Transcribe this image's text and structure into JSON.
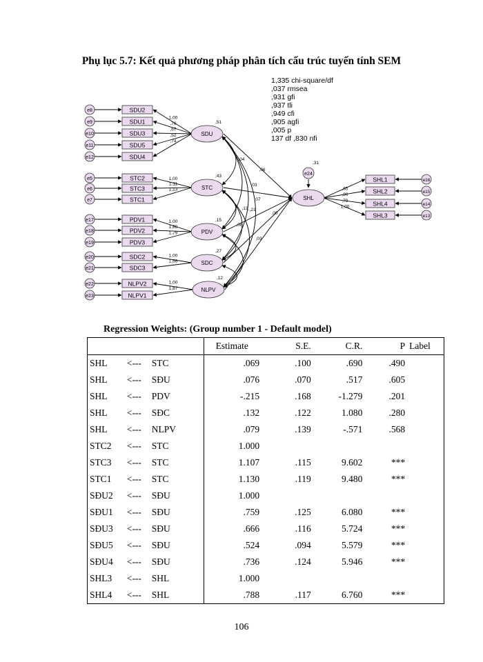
{
  "page": {
    "title": "Phụ lục 5.7: Kết quả phương pháp phân tích cấu trúc tuyến tính SEM",
    "page_number": "106"
  },
  "diagram": {
    "fit_stats": [
      "1,335 chi-square/df",
      ",037 rmsea",
      ",931 gfi",
      ",937 tli",
      ",949 cfi",
      ",905 agfi",
      ",005 p",
      "137 df   ,830 nfi"
    ],
    "latents": [
      {
        "name": "SDU",
        "variance": ",51"
      },
      {
        "name": "STC",
        "variance": ",43"
      },
      {
        "name": "PDV",
        "variance": ",15"
      },
      {
        "name": "SDC",
        "variance": ",27"
      },
      {
        "name": "NLPV",
        "variance": ",12"
      },
      {
        "name": "SHL",
        "variance": ""
      }
    ],
    "indicators": [
      {
        "name": "SDU2",
        "error": "e8",
        "loading": "1,00"
      },
      {
        "name": "SDU1",
        "error": "e9",
        "loading": ",76"
      },
      {
        "name": "SDU3",
        "error": "e10",
        "loading": ",67"
      },
      {
        "name": "SDU5",
        "error": "e11",
        "loading": ",52"
      },
      {
        "name": "SDU4",
        "error": "e12",
        "loading": ",74"
      },
      {
        "name": "STC2",
        "error": "e5",
        "loading": "1,00"
      },
      {
        "name": "STC3",
        "error": "e6",
        "loading": "1,11"
      },
      {
        "name": "STC1",
        "error": "e7",
        "loading": "1,13"
      },
      {
        "name": "PDV1",
        "error": "e17",
        "loading": "1,00"
      },
      {
        "name": "PDV2",
        "error": "e18",
        "loading": "1,88"
      },
      {
        "name": "PDV3",
        "error": "e19",
        "loading": "1,79"
      },
      {
        "name": "SDC2",
        "error": "e20",
        "loading": "1,00"
      },
      {
        "name": "SDC3",
        "error": "e21",
        "loading": "1,66"
      },
      {
        "name": "NLPV2",
        "error": "e22",
        "loading": "1,00"
      },
      {
        "name": "NLPV1",
        "error": "e23",
        "loading": "1,87"
      },
      {
        "name": "SHL1",
        "error": "e16",
        "loading": ",65"
      },
      {
        "name": "SHL2",
        "error": "e15",
        "loading": ",96"
      },
      {
        "name": "SHL4",
        "error": "e14",
        "loading": ",79"
      },
      {
        "name": "SHL3",
        "error": "e13",
        "loading": "1,00"
      }
    ],
    "disturbance": {
      "name": "e24",
      "variance": ",31"
    },
    "path_values": [
      ",04",
      ",06",
      ",03",
      ",07",
      ",13",
      "-,21",
      ",08",
      ",03",
      ",00"
    ]
  },
  "table": {
    "caption": "Regression Weights: (Group number 1 - Default model)",
    "headers": {
      "estimate": "Estimate",
      "se": "S.E.",
      "cr": "C.R.",
      "p": "P",
      "label": "Label"
    },
    "rows": [
      {
        "dv": "SHL",
        "arrow": "<---",
        "iv": "STC",
        "estimate": ".069",
        "se": ".100",
        "cr": ".690",
        "p": ".490",
        "label": ""
      },
      {
        "dv": "SHL",
        "arrow": "<---",
        "iv": "SĐU",
        "estimate": ".076",
        "se": ".070",
        "cr": ".517",
        "p": ".605",
        "label": ""
      },
      {
        "dv": "SHL",
        "arrow": "<---",
        "iv": "PDV",
        "estimate": "-.215",
        "se": ".168",
        "cr": "-1.279",
        "p": ".201",
        "label": ""
      },
      {
        "dv": "SHL",
        "arrow": "<---",
        "iv": "SĐC",
        "estimate": ".132",
        "se": ".122",
        "cr": "1.080",
        "p": ".280",
        "label": ""
      },
      {
        "dv": "SHL",
        "arrow": "<---",
        "iv": "NLPV",
        "estimate": ".079",
        "se": ".139",
        "cr": "-.571",
        "p": ".568",
        "label": ""
      },
      {
        "dv": "STC2",
        "arrow": "<---",
        "iv": "STC",
        "estimate": "1.000",
        "se": "",
        "cr": "",
        "p": "",
        "label": ""
      },
      {
        "dv": "STC3",
        "arrow": "<---",
        "iv": "STC",
        "estimate": "1.107",
        "se": ".115",
        "cr": "9.602",
        "p": "***",
        "label": ""
      },
      {
        "dv": "STC1",
        "arrow": "<---",
        "iv": "STC",
        "estimate": "1.130",
        "se": ".119",
        "cr": "9.480",
        "p": "***",
        "label": ""
      },
      {
        "dv": "SĐU2",
        "arrow": "<---",
        "iv": "SĐU",
        "estimate": "1.000",
        "se": "",
        "cr": "",
        "p": "",
        "label": ""
      },
      {
        "dv": "SĐU1",
        "arrow": "<---",
        "iv": "SĐU",
        "estimate": ".759",
        "se": ".125",
        "cr": "6.080",
        "p": "***",
        "label": ""
      },
      {
        "dv": "SĐU3",
        "arrow": "<---",
        "iv": "SĐU",
        "estimate": ".666",
        "se": ".116",
        "cr": "5.724",
        "p": "***",
        "label": ""
      },
      {
        "dv": "SĐU5",
        "arrow": "<---",
        "iv": "SĐU",
        "estimate": ".524",
        "se": ".094",
        "cr": "5.579",
        "p": "***",
        "label": ""
      },
      {
        "dv": "SĐU4",
        "arrow": "<---",
        "iv": "SĐU",
        "estimate": ".736",
        "se": ".124",
        "cr": "5.946",
        "p": "***",
        "label": ""
      },
      {
        "dv": "SHL3",
        "arrow": "<---",
        "iv": "SHL",
        "estimate": "1.000",
        "se": "",
        "cr": "",
        "p": "",
        "label": ""
      },
      {
        "dv": "SHL4",
        "arrow": "<---",
        "iv": "SHL",
        "estimate": ".788",
        "se": ".117",
        "cr": "6.760",
        "p": "***",
        "label": ""
      }
    ]
  }
}
